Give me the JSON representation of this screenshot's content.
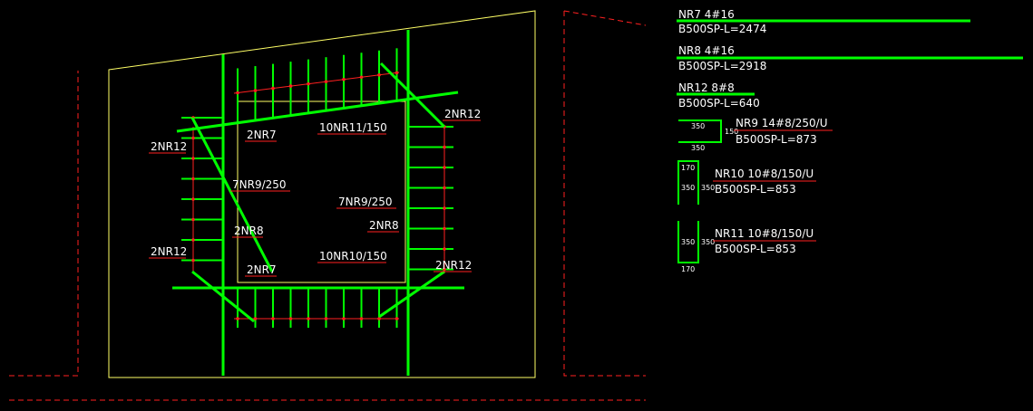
{
  "colors": {
    "background": "#000000",
    "outline": "#ffff66",
    "rebar": "#00ff00",
    "dims": "#ff2020",
    "text": "#ffffff"
  },
  "labels": {
    "nr12_tl": "2NR12",
    "nr12_tr": "2NR12",
    "nr12_bl": "2NR12",
    "nr12_br": "2NR12",
    "nr7_top": "2NR7",
    "nr7_bottom": "2NR7",
    "nr11": "10NR11/150",
    "nr10": "10NR10/150",
    "nr9_left": "7NR9/250",
    "nr9_right": "7NR9/250",
    "nr8_left": "2NR8",
    "nr8_right": "2NR8"
  },
  "schedule": [
    {
      "mark": "NR7  4#16",
      "spec": "B500SP-L=2474"
    },
    {
      "mark": "NR8  4#16",
      "spec": "B500SP-L=2918"
    },
    {
      "mark": "NR12  8#8",
      "spec": "B500SP-L=640"
    },
    {
      "mark": "NR9  14#8/250/U",
      "spec": "B500SP-L=873",
      "dims": [
        "350",
        "150",
        "350"
      ]
    },
    {
      "mark": "NR10  10#8/150/U",
      "spec": "B500SP-L=853",
      "dims": [
        "170",
        "350",
        "350"
      ]
    },
    {
      "mark": "NR11  10#8/150/U",
      "spec": "B500SP-L=853",
      "dims": [
        "350",
        "350",
        "170"
      ]
    }
  ]
}
